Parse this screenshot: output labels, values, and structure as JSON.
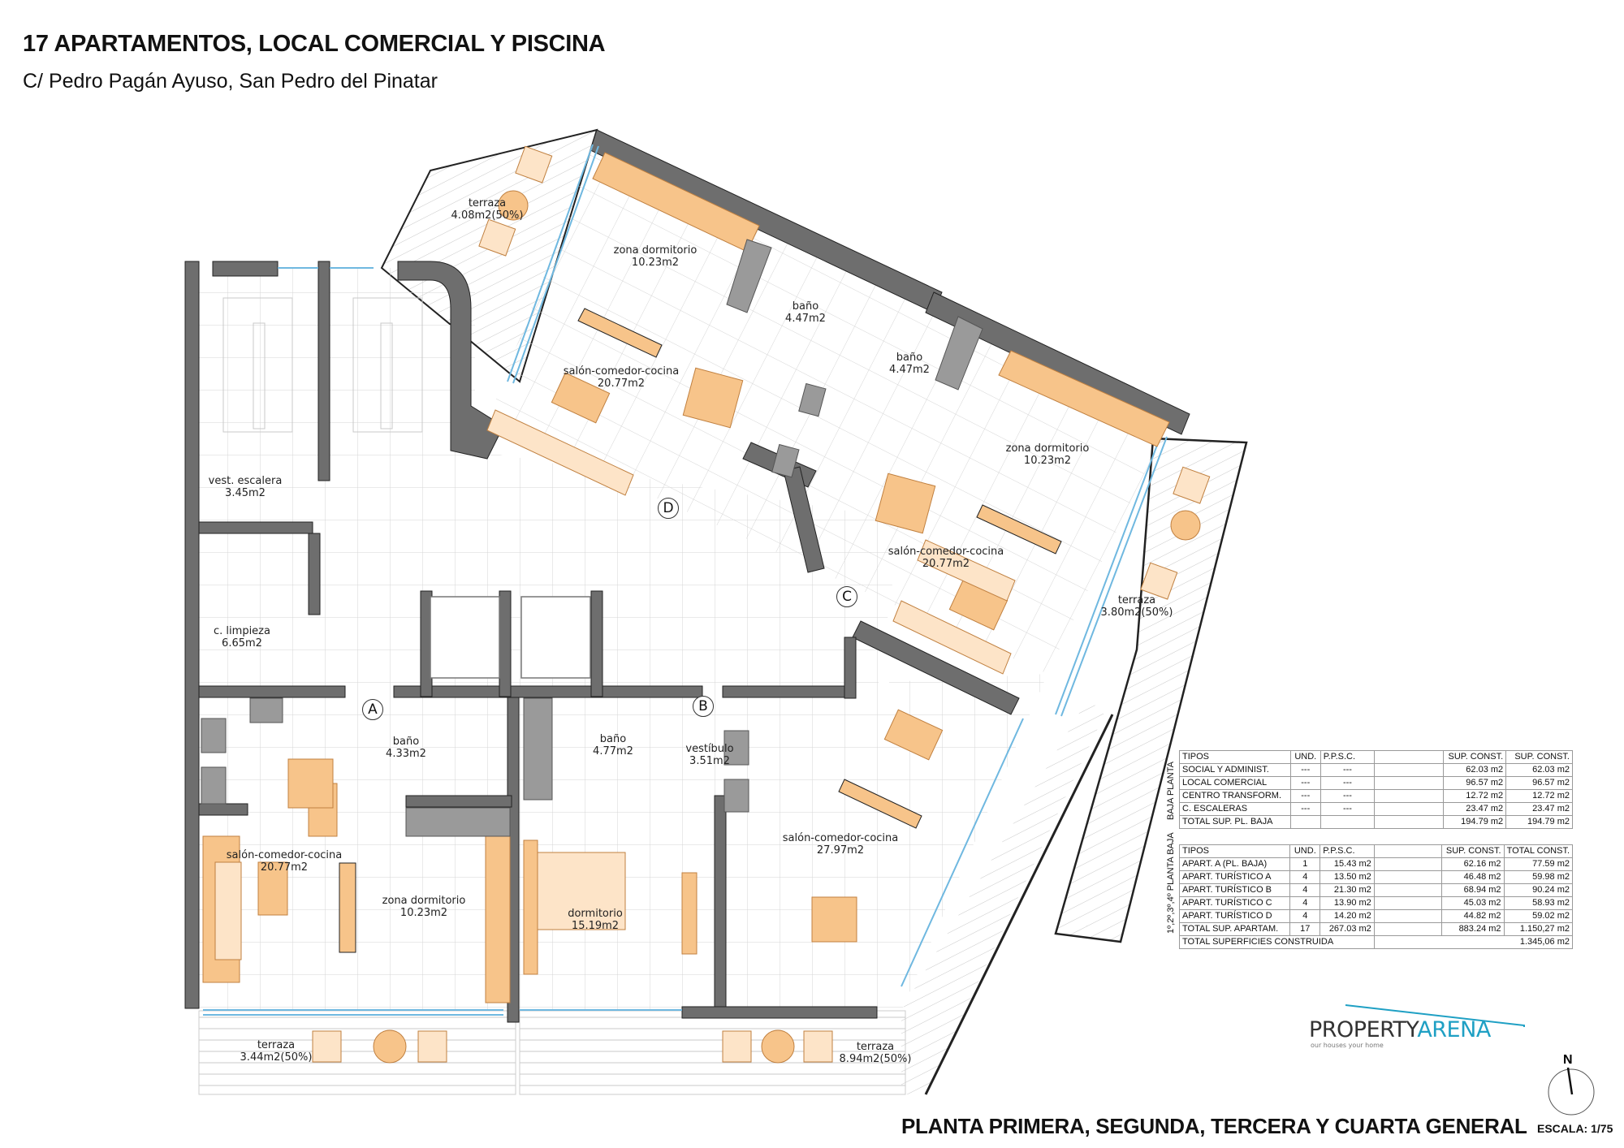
{
  "header": {
    "title": "17 APARTAMENTOS, LOCAL COMERCIAL Y PISCINA",
    "address": "C/ Pedro Pagán Ayuso, San Pedro del Pinatar"
  },
  "plan": {
    "rooms": [
      {
        "name": "terraza",
        "area": "4.08m2(50%)"
      },
      {
        "name": "zona dormitorio",
        "area": "10.23m2"
      },
      {
        "name": "baño",
        "area": "4.47m2"
      },
      {
        "name": "salón-comedor-cocina",
        "area": "20.77m2"
      },
      {
        "name": "baño",
        "area": "4.47m2"
      },
      {
        "name": "zona dormitorio",
        "area": "10.23m2"
      },
      {
        "name": "vest. escalera",
        "area": "3.45m2"
      },
      {
        "name": "salón-comedor-cocina",
        "area": "20.77m2"
      },
      {
        "name": "terraza",
        "area": "3.80m2(50%)"
      },
      {
        "name": "c. limpieza",
        "area": "6.65m2"
      },
      {
        "name": "baño",
        "area": "4.33m2"
      },
      {
        "name": "baño",
        "area": "4.77m2"
      },
      {
        "name": "vestíbulo",
        "area": "3.51m2"
      },
      {
        "name": "salón-comedor-cocina",
        "area": "20.77m2"
      },
      {
        "name": "zona dormitorio",
        "area": "10.23m2"
      },
      {
        "name": "dormitorio",
        "area": "15.19m2"
      },
      {
        "name": "salón-comedor-cocina",
        "area": "27.97m2"
      },
      {
        "name": "terraza",
        "area": "3.44m2(50%)"
      },
      {
        "name": "terraza",
        "area": "8.94m2(50%)"
      }
    ],
    "unit_markers": [
      "A",
      "B",
      "C",
      "D"
    ],
    "colors": {
      "wall": "#6e6e6e",
      "furniture": "#f7c48a",
      "furniture_light": "#fde4c8",
      "fixture": "#9a9a9a",
      "glass": "#6fb8e0",
      "grid": "#d4d4d4"
    }
  },
  "table_baja": {
    "side_label_1": "PLANTA",
    "side_label_2": "BAJA",
    "headers": [
      "TIPOS",
      "UND.",
      "P.P.S.C.",
      "",
      "SUP. CONST.",
      "SUP. CONST."
    ],
    "rows": [
      [
        "SOCIAL Y ADMINIST.",
        "---",
        "---",
        "",
        "62.03 m2",
        "62.03 m2"
      ],
      [
        "LOCAL COMERCIAL",
        "---",
        "---",
        "",
        "96.57 m2",
        "96.57 m2"
      ],
      [
        "CENTRO TRANSFORM.",
        "---",
        "---",
        "",
        "12.72 m2",
        "12.72 m2"
      ],
      [
        "C. ESCALERAS",
        "---",
        "---",
        "",
        "23.47 m2",
        "23.47 m2"
      ],
      [
        "TOTAL SUP. PL. BAJA",
        "",
        "",
        "",
        "194.79 m2",
        "194.79 m2"
      ]
    ]
  },
  "table_apart": {
    "side_label_1": "PLANTA BAJA",
    "side_label_2": "1º,2º,3º,4º",
    "headers": [
      "TIPOS",
      "UND.",
      "P.P.S.C.",
      "",
      "SUP. CONST.",
      "TOTAL CONST."
    ],
    "rows": [
      [
        "APART. A (PL. BAJA)",
        "1",
        "15.43 m2",
        "",
        "62.16 m2",
        "77.59 m2"
      ],
      [
        "APART. TURÍSTICO A",
        "4",
        "13.50 m2",
        "",
        "46.48 m2",
        "59.98 m2"
      ],
      [
        "APART. TURÍSTICO B",
        "4",
        "21.30 m2",
        "",
        "68.94 m2",
        "90.24 m2"
      ],
      [
        "APART. TURÍSTICO C",
        "4",
        "13.90 m2",
        "",
        "45.03 m2",
        "58.93 m2"
      ],
      [
        "APART. TURÍSTICO D",
        "4",
        "14.20 m2",
        "",
        "44.82 m2",
        "59.02 m2"
      ],
      [
        "TOTAL SUP. APARTAM.",
        "17",
        "267.03 m2",
        "",
        "883.24 m2",
        "1.150,27 m2"
      ]
    ],
    "grand_total_label": "TOTAL SUPERFICIES CONSTRUIDA",
    "grand_total_value": "1.345,06 m2"
  },
  "logo": {
    "part1": "PROPERTY",
    "part2": "ARENA",
    "tagline": "our houses your home"
  },
  "compass": {
    "label": "N"
  },
  "footer": {
    "title": "PLANTA PRIMERA, SEGUNDA, TERCERA Y CUARTA GENERAL",
    "scale": "ESCALA: 1/75"
  }
}
